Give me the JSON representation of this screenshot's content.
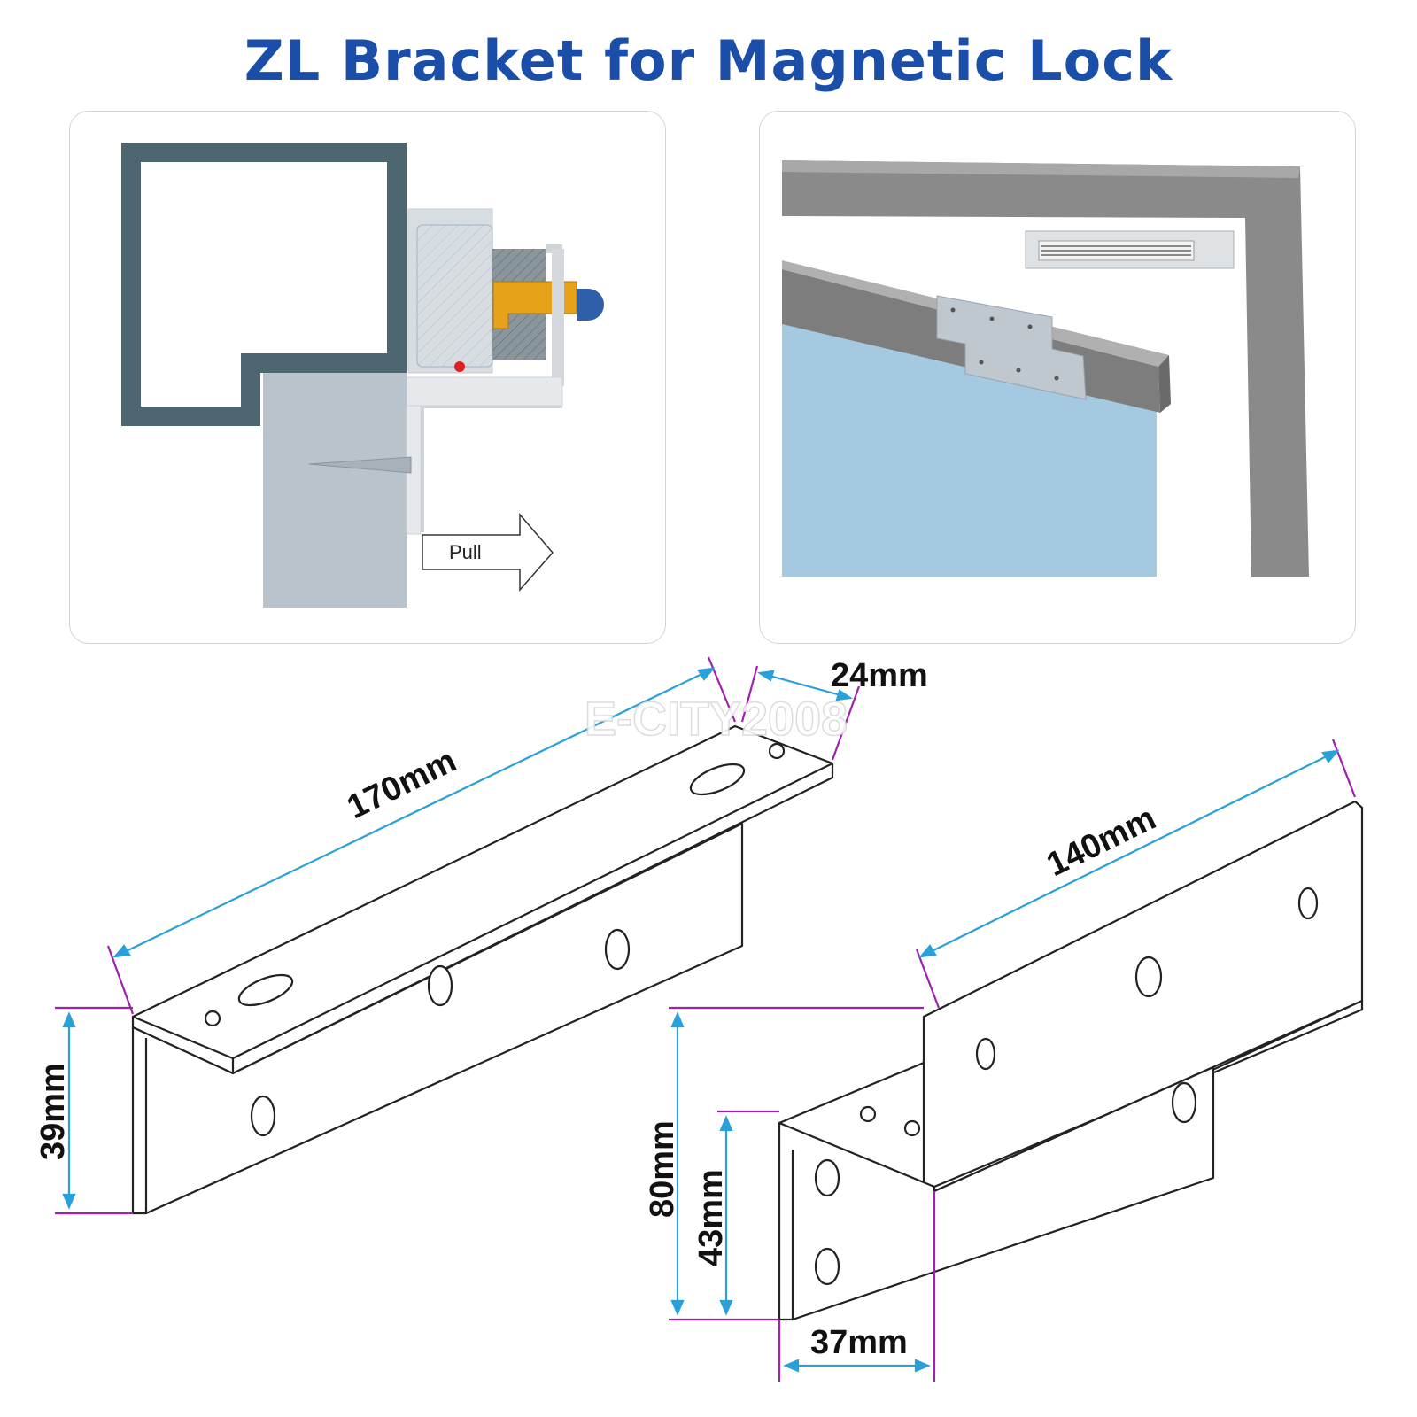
{
  "title": "ZL Bracket for Magnetic Lock",
  "watermark": "E-CITY2008",
  "pull_label": "Pull",
  "dimensions": {
    "z_length": "170mm",
    "z_width": "24mm",
    "z_height": "39mm",
    "l_length": "140mm",
    "l_height": "80mm",
    "l_inner_height": "43mm",
    "l_depth": "37mm"
  },
  "colors": {
    "title": "#1a4ea8",
    "dimension_line": "#2aa0d8",
    "extension_line": "#a020b0",
    "frame": "#4e6670",
    "glass": "#a6c9e2",
    "door_frame": "#8a8a8a"
  }
}
